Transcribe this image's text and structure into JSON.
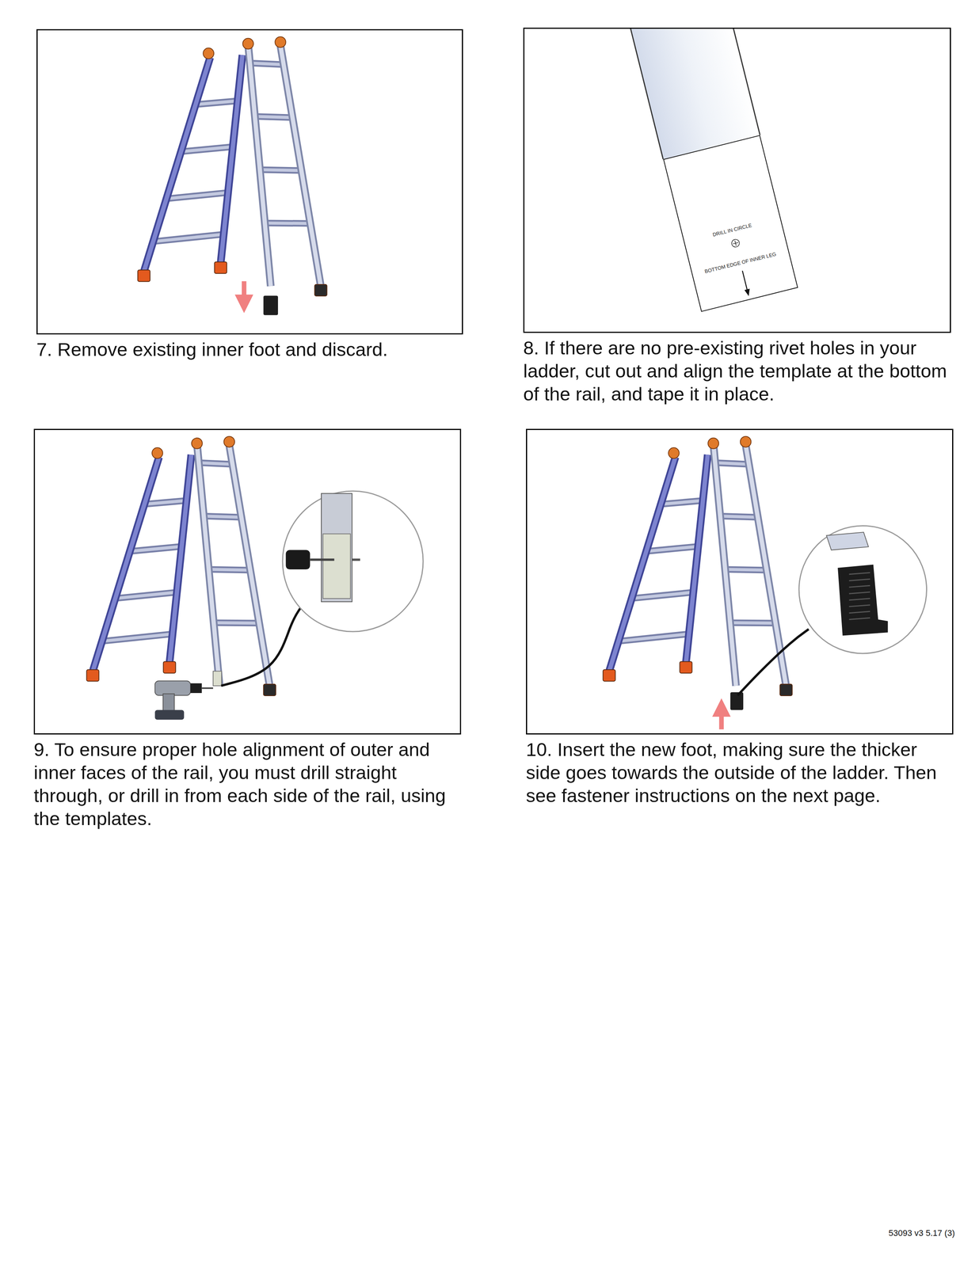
{
  "diagram": {
    "nodes": [
      {
        "text": [
          "7. Remove existing inner foot and discard."
        ]
      },
      {
        "text": [
          "8. If there are no pre-existing rivet holes in your ladder, cut out and align the template at the bottom of the rail, and tape it in place."
        ]
      },
      {
        "text": [
          "9. To ensure proper hole alignment of outer and inner faces of the rail, you must drill straight through, or drill in from each side of the rail, using the templates."
        ]
      },
      {
        "text": [
          "10. Insert the new foot, making sure the thicker side goes towards the outside of the ladder. Then see fastener instructions on the next page."
        ]
      },
      {
        "text": [
          "DRILL IN CIRCLE",
          "BOTTOM EDGE OF INNER LEG"
        ],
        "in": 1
      }
    ],
    "labels": [
      "53093 v3 5.17 (3)"
    ]
  }
}
